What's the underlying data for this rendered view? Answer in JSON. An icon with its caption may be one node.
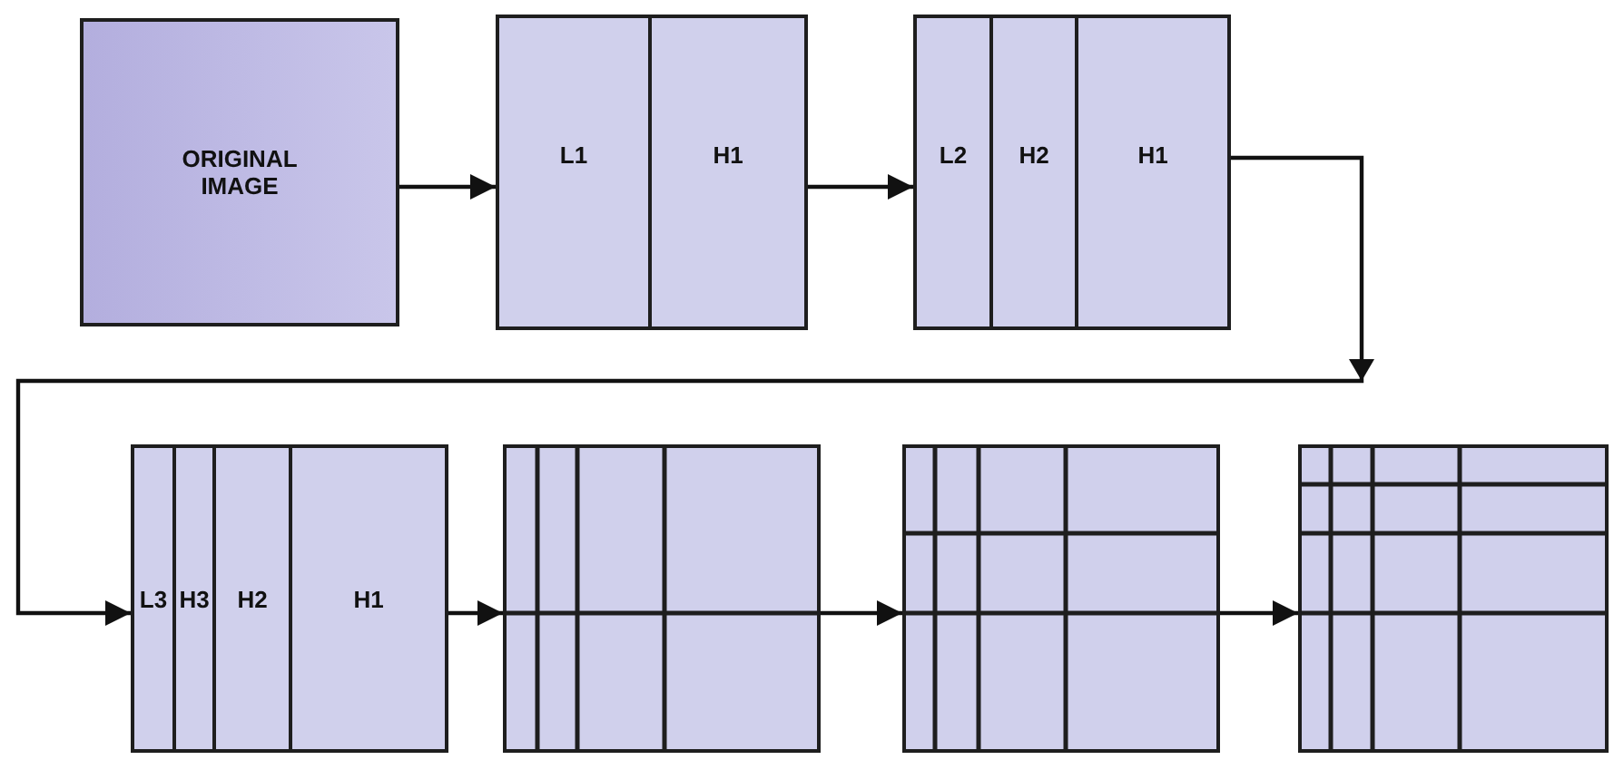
{
  "diagram": {
    "nodes": [
      {
        "text": [
          "ORIGINAL IMAGE"
        ]
      },
      {
        "text": [],
        "shape": "box"
      },
      {
        "text": [
          "L1"
        ],
        "in": 1
      },
      {
        "text": [
          "H1"
        ],
        "in": 1
      },
      {
        "text": [],
        "shape": "box"
      },
      {
        "text": [
          "L2"
        ],
        "in": 4
      },
      {
        "text": [
          "H2"
        ],
        "in": 4
      },
      {
        "text": [
          "H1"
        ],
        "in": 4
      },
      {
        "text": [],
        "shape": "box"
      },
      {
        "text": [
          "L3"
        ],
        "in": 8
      },
      {
        "text": [
          "H3"
        ],
        "in": 8
      },
      {
        "text": [
          "H2"
        ],
        "in": 8
      },
      {
        "text": [
          "H1"
        ],
        "in": 8
      },
      {
        "text": [],
        "shape": "box"
      },
      {
        "text": [],
        "shape": "box"
      },
      {
        "text": [],
        "shape": "box"
      }
    ],
    "edges": [
      {
        "from": 0,
        "to": 1,
        "arrow": "to"
      },
      {
        "from": 1,
        "to": 4,
        "arrow": "to"
      },
      {
        "from": 4,
        "to": 8,
        "arrow": "to"
      },
      {
        "from": 8,
        "to": 13,
        "arrow": "to"
      },
      {
        "from": 13,
        "to": 14,
        "arrow": "to"
      },
      {
        "from": 14,
        "to": 15,
        "arrow": "to"
      }
    ]
  }
}
